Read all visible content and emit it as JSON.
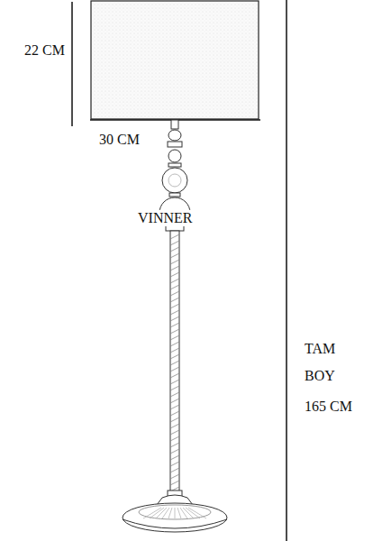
{
  "diagram": {
    "labels": [
      "22 CM",
      "30 CM",
      "VINNER",
      "TAM BOY",
      "165 CM"
    ]
  }
}
